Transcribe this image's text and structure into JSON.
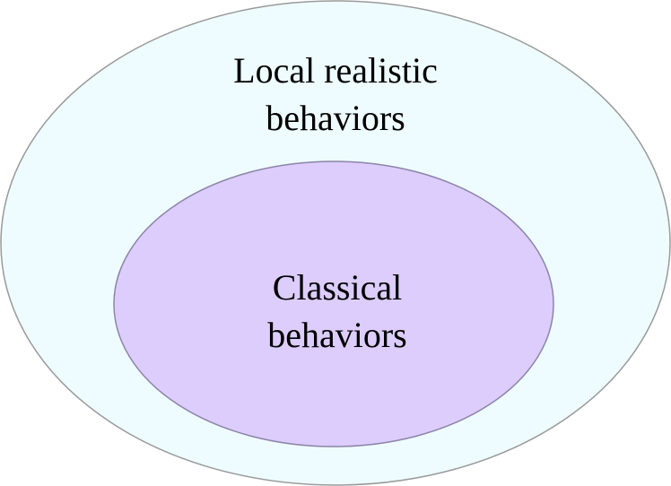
{
  "colors": {
    "outer_fill": "#eefcff",
    "outer_stroke": "#9a9a9a",
    "inner_fill": "#dccdfd",
    "inner_stroke": "#8c84a6",
    "text": "#000000"
  },
  "outer_set": {
    "line1": "Local realistic",
    "line2": "behaviors"
  },
  "inner_set": {
    "line1": "Classical",
    "line2": "behaviors"
  }
}
